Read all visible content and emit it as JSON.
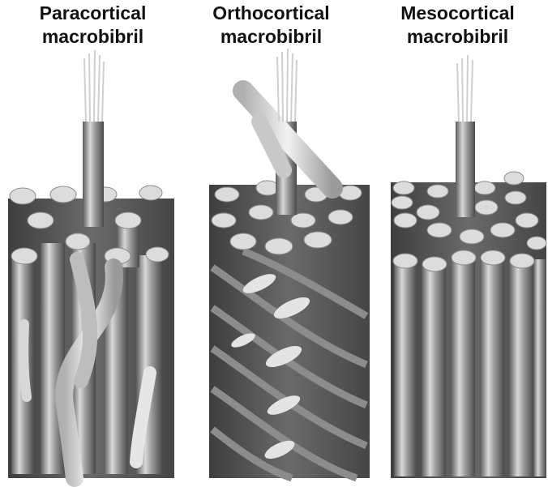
{
  "panels": [
    {
      "title_line1": "Paracortical",
      "title_line2": "macrobibril"
    },
    {
      "title_line1": "Orthocortical",
      "title_line2": "macrobibril"
    },
    {
      "title_line1": "Mesocortical",
      "title_line2": "macrobibril"
    }
  ]
}
